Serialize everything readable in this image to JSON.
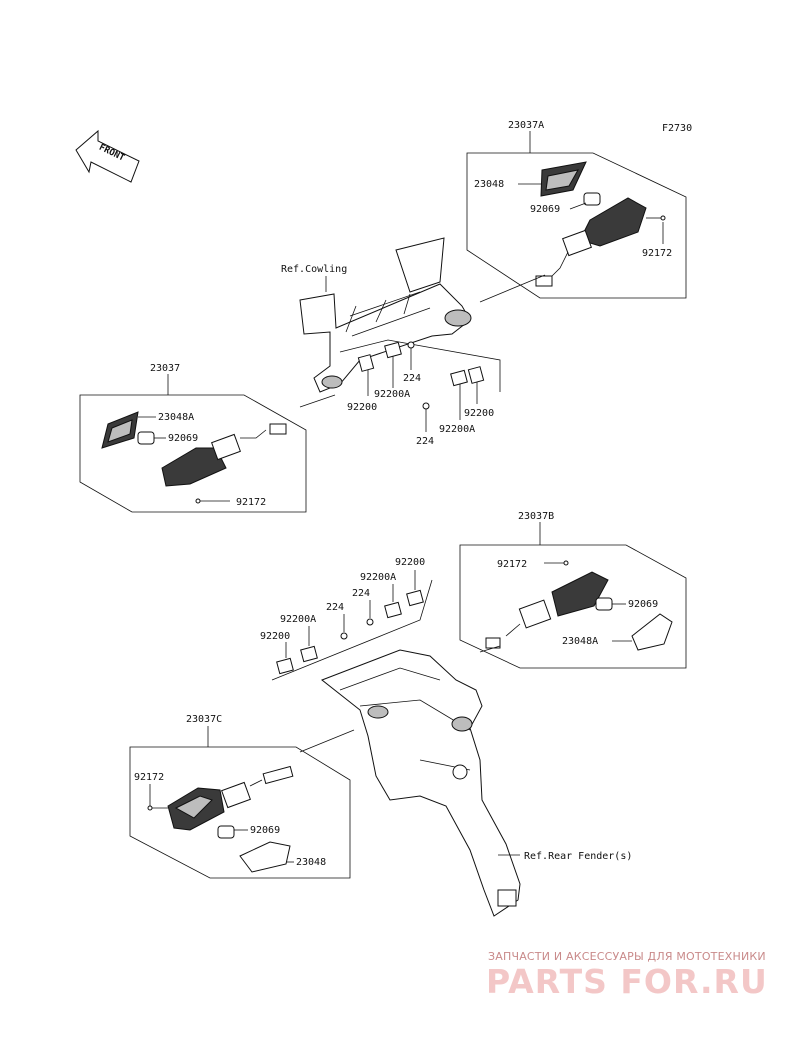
{
  "figure_code": "F2730",
  "front_label": "FRONT",
  "refs": {
    "cowling": "Ref.Cowling",
    "rear_fender": "Ref.Rear Fender(s)"
  },
  "groups": {
    "front_right": {
      "title": "23037A",
      "lens": "23048",
      "bulb": "92069",
      "screw": "92172"
    },
    "front_left": {
      "title": "23037",
      "lens": "23048A",
      "bulb": "92069",
      "screw": "92172"
    },
    "rear_right": {
      "title": "23037B",
      "screw": "92172",
      "bulb": "92069",
      "lens": "23048A"
    },
    "rear_left": {
      "title": "23037C",
      "screw": "92172",
      "bulb": "92069",
      "lens": "23048"
    }
  },
  "mounts_front": {
    "plate_a": "92200A",
    "plate": "92200",
    "nut": "224",
    "plate_a2": "92200A",
    "plate2": "92200",
    "nut2": "224"
  },
  "mounts_rear": {
    "plate": "92200",
    "plate_a": "92200A",
    "nut": "224",
    "nut2": "224",
    "plate_a2": "92200A",
    "plate2": "92200"
  },
  "watermark": {
    "subtitle": "ЗАПЧАСТИ И АКСЕССУАРЫ ДЛЯ МОТОТЕХНИКИ",
    "logo": "PARTS FOR.RU"
  }
}
